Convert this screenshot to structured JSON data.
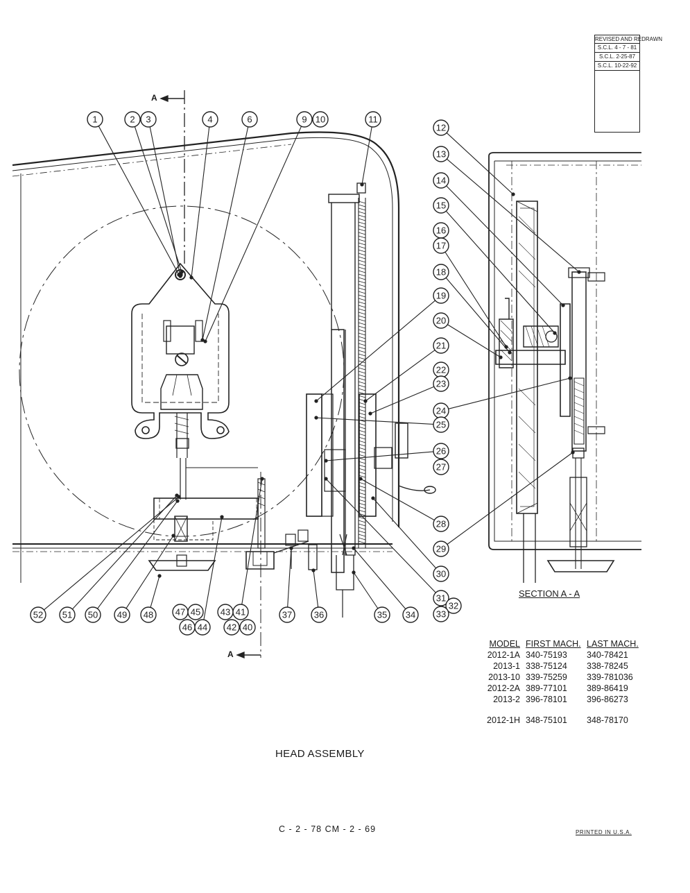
{
  "revision_block": {
    "header": "REVISED AND REDRAWN",
    "entries": [
      "S.C.L.  4 - 7 - 81",
      "S.C.L. 2-25-87",
      "S.C.L. 10-22-92"
    ]
  },
  "section_markers": {
    "top": "A",
    "bottom": "A"
  },
  "callouts": {
    "top_row": [
      "1",
      "2",
      "3",
      "4",
      "6",
      "9",
      "10",
      "11"
    ],
    "right_column": [
      "12",
      "13",
      "14",
      "15",
      "16",
      "17",
      "18",
      "19",
      "20",
      "21",
      "22",
      "23",
      "24",
      "25",
      "26",
      "27",
      "28",
      "29",
      "30",
      "31",
      "32",
      "33"
    ],
    "bottom_row": [
      "52",
      "51",
      "50",
      "49",
      "48",
      "47",
      "45",
      "46",
      "44",
      "43",
      "41",
      "42",
      "40",
      "37",
      "36",
      "35",
      "34"
    ]
  },
  "section_label": "SECTION  A - A",
  "models_table": {
    "headers": [
      "MODEL",
      "FIRST MACH.",
      "LAST MACH."
    ],
    "rows": [
      [
        "2012-1A",
        "340-75193",
        "340-78421"
      ],
      [
        "2013-1",
        "338-75124",
        "338-78245"
      ],
      [
        "2013-10",
        "339-75259",
        "339-781036"
      ],
      [
        "2012-2A",
        "389-77101",
        "389-86419"
      ],
      [
        "2013-2",
        "396-78101",
        "396-86273"
      ]
    ],
    "extra_row": [
      "2012-1H",
      "348-75101",
      "348-78170"
    ]
  },
  "title": "HEAD  ASSEMBLY",
  "sheet_numbers": "C - 2 - 78      CM - 2 - 69",
  "printed": "PRINTED  IN  U.S.A."
}
